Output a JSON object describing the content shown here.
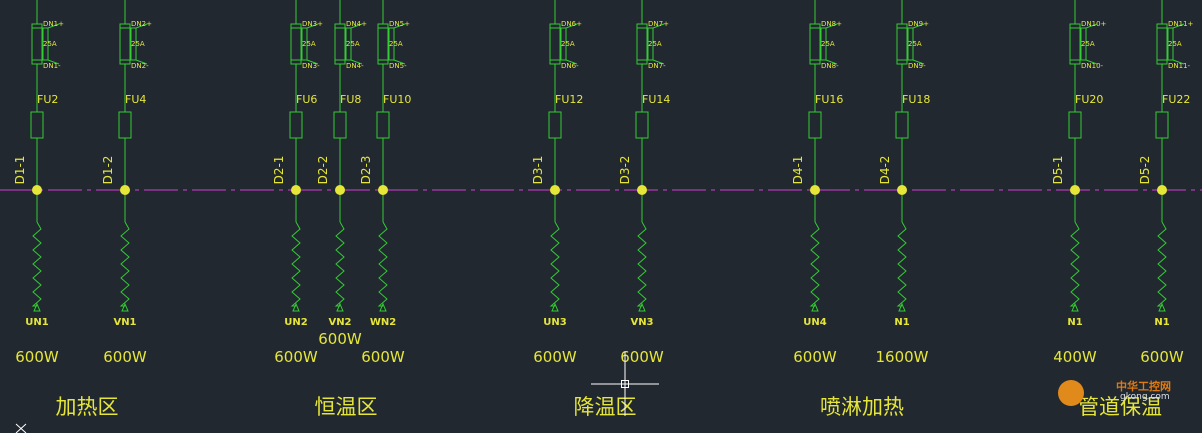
{
  "colors": {
    "background": "#212830",
    "wire": "#33cc33",
    "label": "#e6e639",
    "bus": "#b03ab0",
    "crosshair": "#ffffff"
  },
  "bus_line_style": "dash-dot",
  "circuits": [
    {
      "terminal_top": "DN1+",
      "rating": "25A",
      "terminal_bottom": "DN1-",
      "fuse": "FU2",
      "wire": "D1-1",
      "phase": "UN1",
      "power": "600W"
    },
    {
      "terminal_top": "DN2+",
      "rating": "25A",
      "terminal_bottom": "DN2-",
      "fuse": "FU4",
      "wire": "D1-2",
      "phase": "VN1",
      "power": "600W"
    },
    {
      "terminal_top": "DN3+",
      "rating": "25A",
      "terminal_bottom": "DN3-",
      "fuse": "FU6",
      "wire": "D2-1",
      "phase": "UN2",
      "power": "600W"
    },
    {
      "terminal_top": "DN4+",
      "rating": "25A",
      "terminal_bottom": "DN4-",
      "fuse": "FU8",
      "wire": "D2-2",
      "phase": "VN2",
      "power": "600W"
    },
    {
      "terminal_top": "DN5+",
      "rating": "25A",
      "terminal_bottom": "DN5-",
      "fuse": "FU10",
      "wire": "D2-3",
      "phase": "WN2",
      "power": "600W"
    },
    {
      "terminal_top": "DN6+",
      "rating": "25A",
      "terminal_bottom": "DN6-",
      "fuse": "FU12",
      "wire": "D3-1",
      "phase": "UN3",
      "power": "600W"
    },
    {
      "terminal_top": "DN7+",
      "rating": "25A",
      "terminal_bottom": "DN7-",
      "fuse": "FU14",
      "wire": "D3-2",
      "phase": "VN3",
      "power": "600W"
    },
    {
      "terminal_top": "DN8+",
      "rating": "25A",
      "terminal_bottom": "DN8-",
      "fuse": "FU16",
      "wire": "D4-1",
      "phase": "UN4",
      "power": "600W"
    },
    {
      "terminal_top": "DN9+",
      "rating": "25A",
      "terminal_bottom": "DN9-",
      "fuse": "FU18",
      "wire": "D4-2",
      "phase": "N1",
      "power": "1600W"
    },
    {
      "terminal_top": "DN10+",
      "rating": "25A",
      "terminal_bottom": "DN10-",
      "fuse": "FU20",
      "wire": "D5-1",
      "phase": "N1",
      "power": "400W"
    },
    {
      "terminal_top": "DN11+",
      "rating": "25A",
      "terminal_bottom": "DN11-",
      "fuse": "FU22",
      "wire": "D5-2",
      "phase": "N1",
      "power": "600W"
    }
  ],
  "zones": [
    "加热区",
    "恒温区",
    "降温区",
    "喷淋加热",
    "管道保温"
  ],
  "watermark": {
    "site": "中华工控网",
    "url": "gkong.com"
  }
}
